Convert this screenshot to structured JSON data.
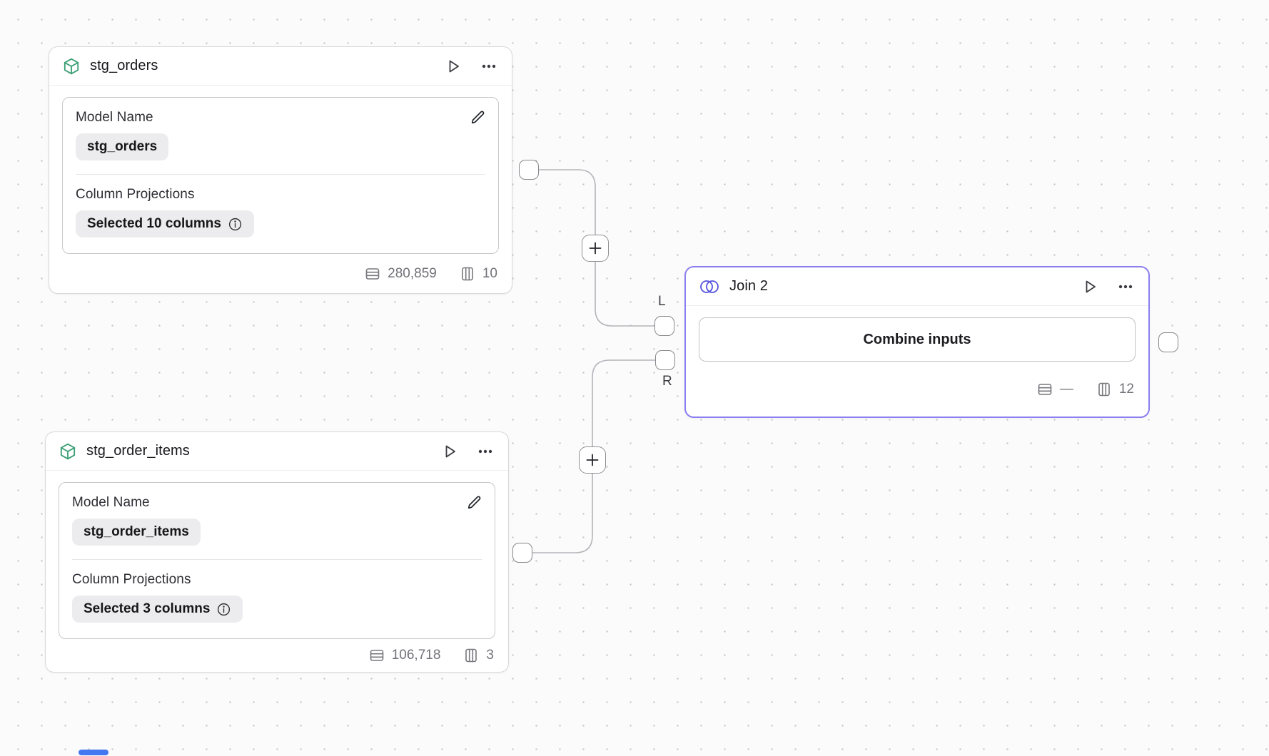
{
  "canvas": {
    "background": "#fbfbfb",
    "dot_color": "#bfbfc1"
  },
  "colors": {
    "node_border": "#d8d8dc",
    "selected_node_border": "#8b7ff0",
    "cube_icon_green": "#3a9e73",
    "join_icon_purple": "#5552dd",
    "edge_gray": "#b4b4ba",
    "badge_bg": "#ececee",
    "footer_text_gray": "#717178",
    "scroll_indicator_blue": "#4477f2"
  },
  "nodes": {
    "stg_orders": {
      "title": "stg_orders",
      "model_name_label": "Model Name",
      "model_name_value": "stg_orders",
      "projections_label": "Column Projections",
      "projections_value": "Selected 10 columns",
      "row_count": "280,859",
      "column_count": "10"
    },
    "stg_order_items": {
      "title": "stg_order_items",
      "model_name_label": "Model Name",
      "model_name_value": "stg_order_items",
      "projections_label": "Column Projections",
      "projections_value": "Selected 3 columns",
      "row_count": "106,718",
      "column_count": "3"
    },
    "join": {
      "title": "Join 2",
      "combine_button_label": "Combine inputs",
      "row_count": "—",
      "column_count": "12",
      "left_port_label": "L",
      "right_port_label": "R"
    }
  }
}
